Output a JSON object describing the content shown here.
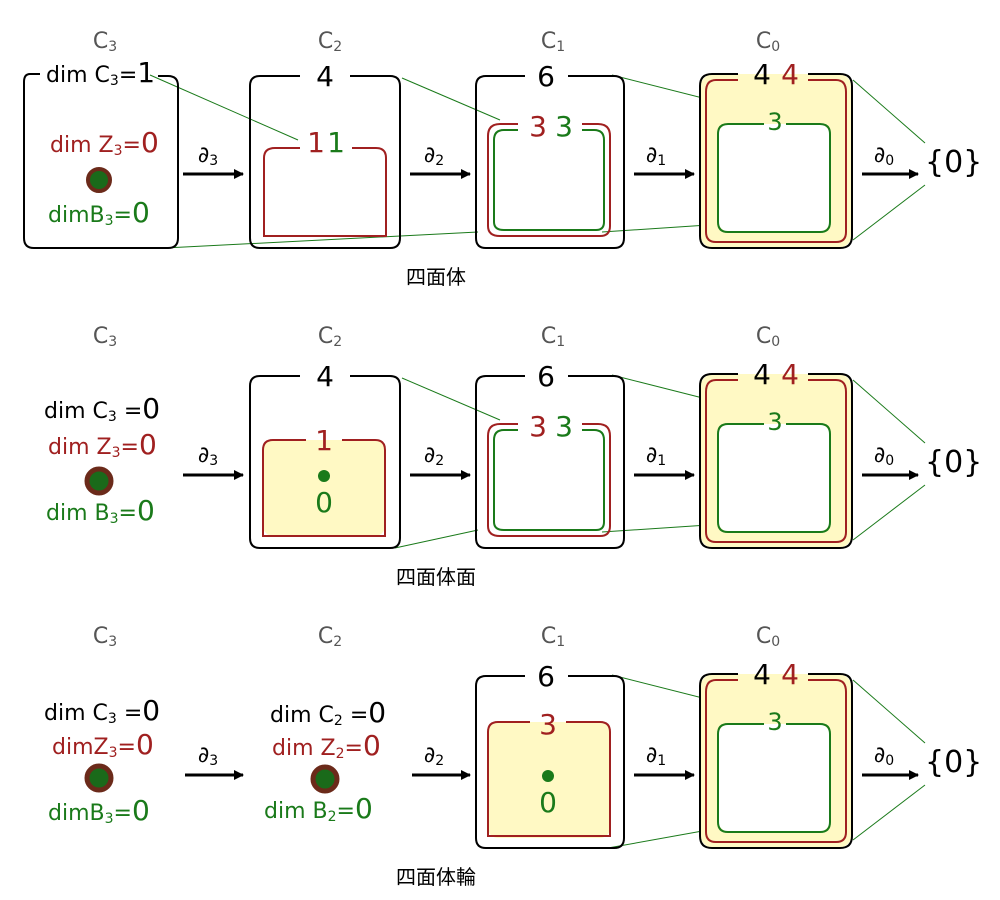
{
  "colors": {
    "red": "#a02020",
    "green": "#1a7a1a",
    "yellow": "#fff9c4",
    "black": "#000000",
    "dot_fill": "#1a6a1a",
    "dot_ring": "#6b2a1a"
  },
  "spaces": {
    "c3": "C",
    "c3_sub": "3",
    "c2": "C",
    "c2_sub": "2",
    "c1": "C",
    "c1_sub": "1",
    "c0": "C",
    "c0_sub": "0"
  },
  "arrows": {
    "d3": "∂",
    "d3_sub": "3",
    "d2": "∂",
    "d2_sub": "2",
    "d1": "∂",
    "d1_sub": "1",
    "d0": "∂",
    "d0_sub": "0"
  },
  "zero_space": "{0}",
  "dim": {
    "dim": "dim",
    "C": "C",
    "Z": "Z",
    "B": "B",
    "sub3": "3",
    "sub2": "2",
    "eq": "=",
    "one": "1",
    "zero": "0"
  },
  "row1": {
    "title": "四面体",
    "c2_total": "4",
    "c2_z": "1",
    "c2_b": "1",
    "c1_total": "6",
    "c1_z": "3",
    "c1_b": "3",
    "c0_total": "4",
    "c0_z": "4",
    "c0_b": "3"
  },
  "row2": {
    "title": "四面体面",
    "c2_total": "4",
    "c2_z": "1",
    "c2_h": "0",
    "c1_total": "6",
    "c1_z": "3",
    "c1_b": "3",
    "c0_total": "4",
    "c0_z": "4",
    "c0_b": "3"
  },
  "row3": {
    "title": "四面体輪",
    "c1_total": "6",
    "c1_z": "3",
    "c1_h": "0",
    "c0_total": "4",
    "c0_z": "4",
    "c0_b": "3"
  }
}
